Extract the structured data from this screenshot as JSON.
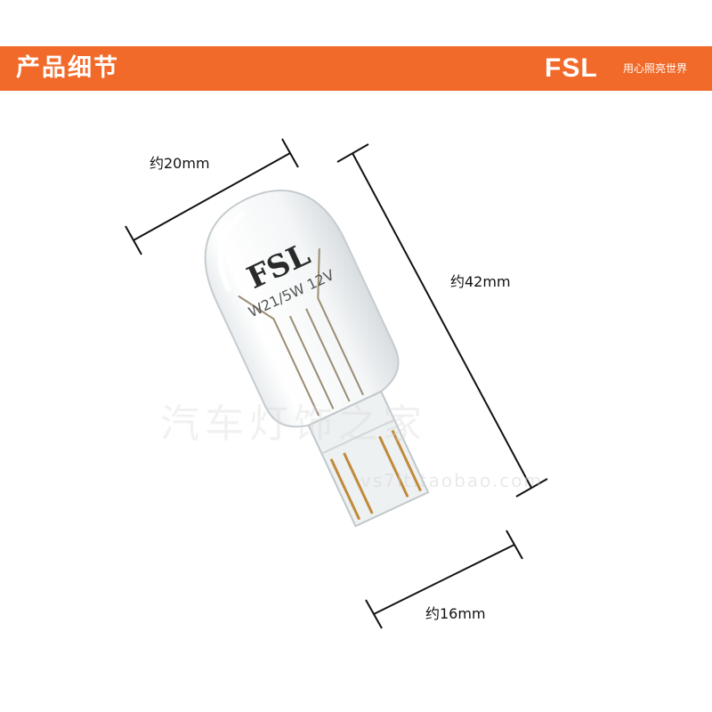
{
  "header": {
    "title": "产品细节",
    "brand": "FSL",
    "slogan": "用心照亮世界",
    "accent_color": "#f26a2a"
  },
  "dimensions": {
    "width": "约20mm",
    "height": "约42mm",
    "base": "约16mm"
  },
  "bulb": {
    "brand_print": "FSL",
    "spec_print": "W21/5W 12V"
  },
  "watermark": {
    "text": "汽车灯饰之家",
    "url": "vs7lt.taobao.com"
  }
}
